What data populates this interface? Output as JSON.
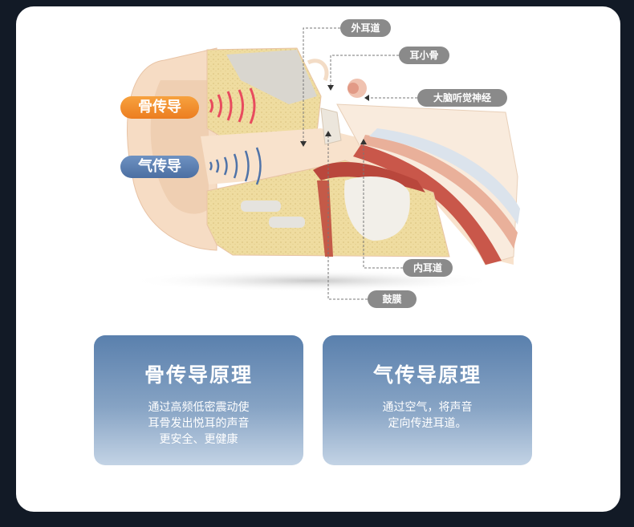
{
  "diagram": {
    "labels": {
      "outer_ear_canal": "外耳道",
      "ossicles": "耳小骨",
      "auditory_nerve": "大脑听觉神经",
      "inner_ear_canal": "内耳道",
      "eardrum": "鼓膜"
    },
    "modes": {
      "bone": "骨传导",
      "air": "气传导"
    },
    "colors": {
      "bone": "#f08a2a",
      "air": "#5b7fb0",
      "label_bg": "#8a8a8a"
    }
  },
  "cards": [
    {
      "title": "骨传导原理",
      "lines": [
        "通过高频低密震动使",
        "耳骨发出悦耳的声音",
        "更安全、更健康"
      ]
    },
    {
      "title": "气传导原理",
      "lines": [
        "通过空气，将声音",
        "定向传进耳道。"
      ]
    }
  ]
}
